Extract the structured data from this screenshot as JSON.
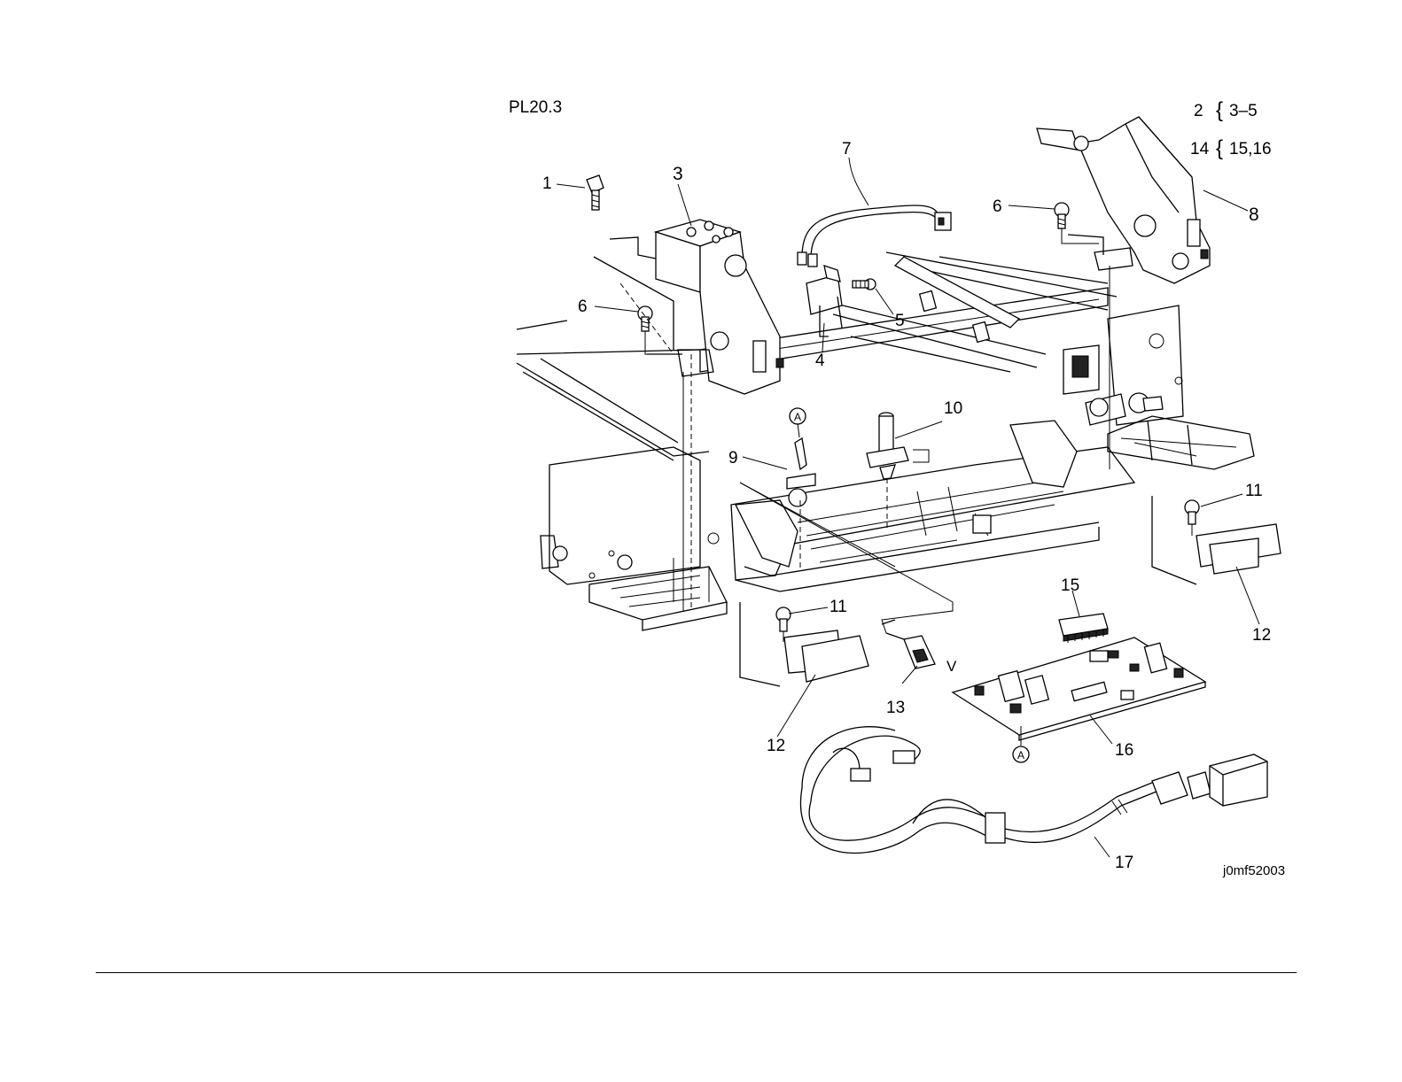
{
  "figure": {
    "title": "PL20.3",
    "figure_id": "j0mf52003",
    "assembly_notes": [
      {
        "parent": "2",
        "children": "3–5"
      },
      {
        "parent": "14",
        "children": "15,16"
      }
    ]
  },
  "callouts": [
    "1",
    "3",
    "7",
    "6",
    "5",
    "4",
    "8",
    "6",
    "10",
    "9",
    "11",
    "12",
    "11",
    "12",
    "13",
    "15",
    "16",
    "17"
  ],
  "reference_marks": [
    "A",
    "A"
  ],
  "letter_marks": [
    "V"
  ],
  "colors": {
    "ink": "#000000",
    "background": "#ffffff"
  }
}
